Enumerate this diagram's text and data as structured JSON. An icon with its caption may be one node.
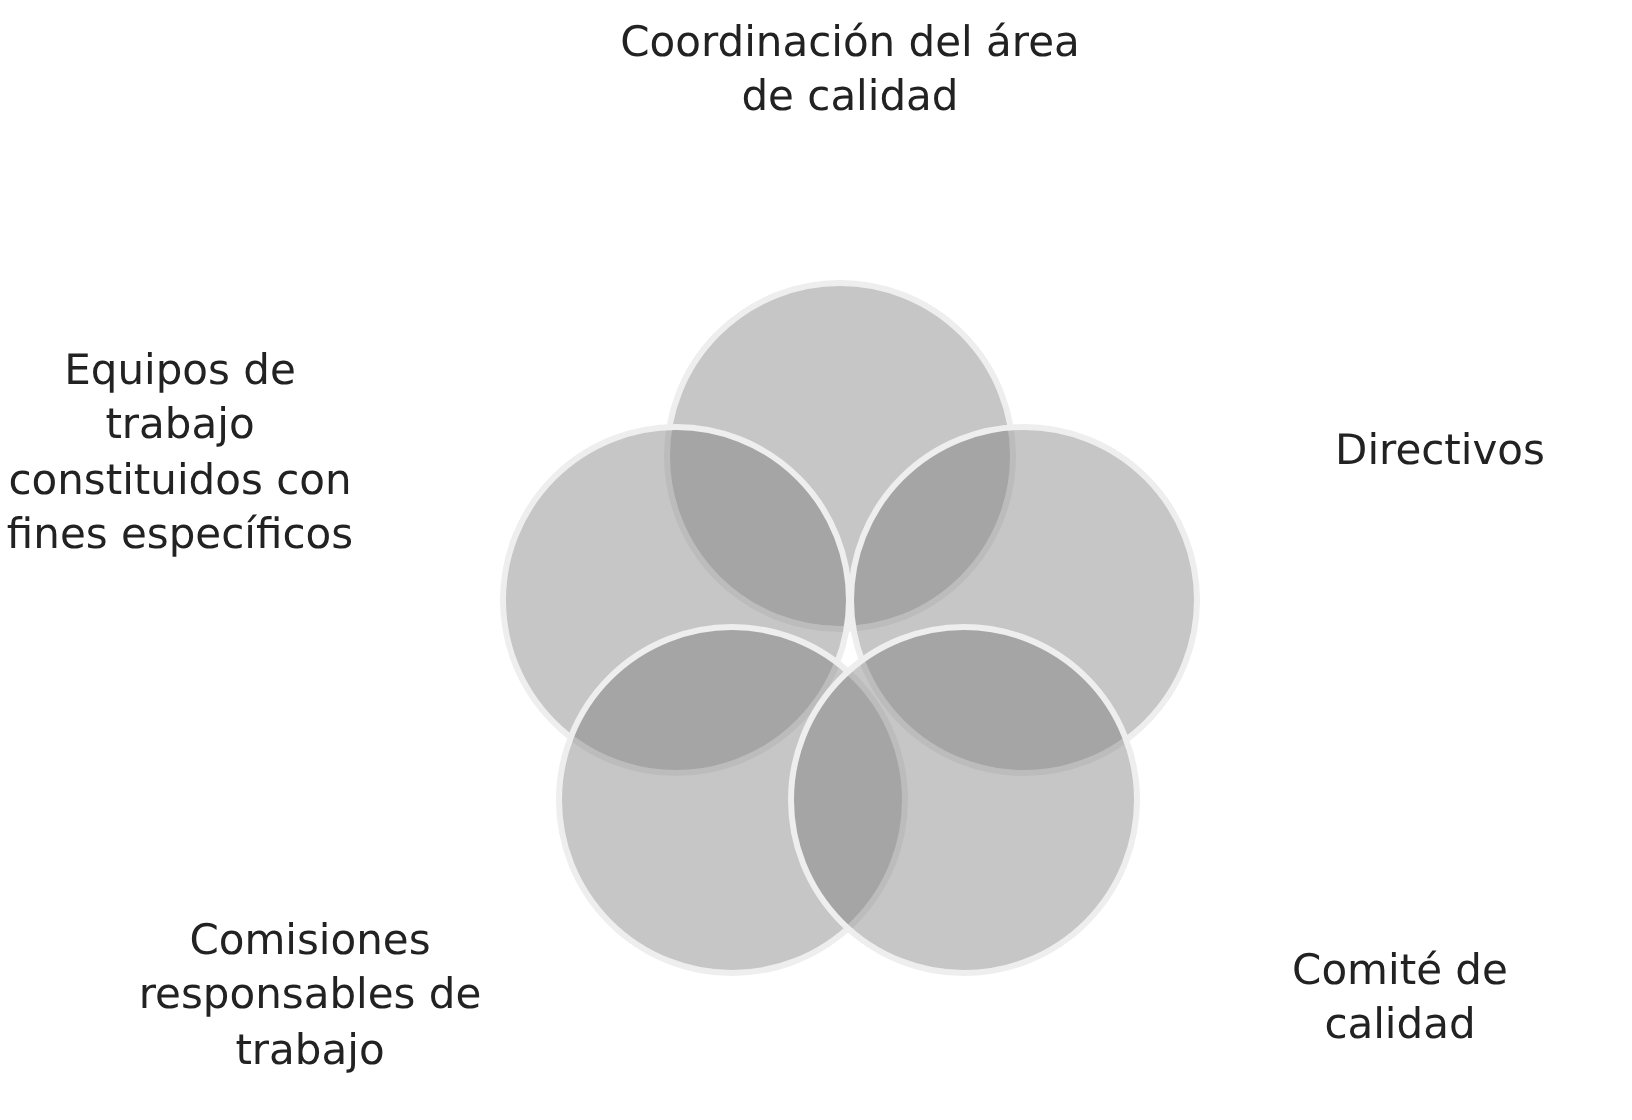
{
  "diagram": {
    "nodes": [
      {
        "text": [
          "Coordinación del área de calidad"
        ]
      },
      {
        "text": [
          "Equipos de trabajo constituidos con fines específicos"
        ]
      },
      {
        "text": [
          "Directivos"
        ]
      },
      {
        "text": [
          "Comisiones responsables de trabajo"
        ]
      },
      {
        "text": [
          "Comité de calidad"
        ]
      }
    ]
  }
}
